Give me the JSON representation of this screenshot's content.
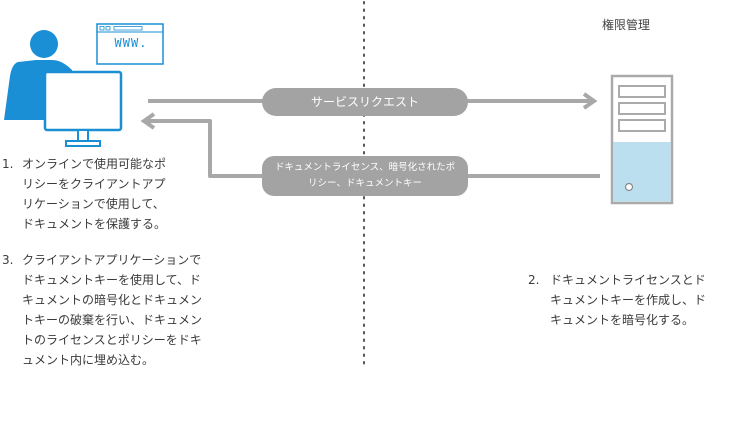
{
  "server_title": "権限管理",
  "browser_text": "WWW.",
  "request_label": "サービスリクエスト",
  "response_label_line1": "ドキュメントライセンス、暗号化されたポ",
  "response_label_line2": "リシー、ドキュメントキー",
  "steps": [
    {
      "number": "1.",
      "lines": [
        "オンラインで使用可能なポ",
        "リシーをクライアントアプ",
        "リケーションで使用して、",
        "ドキュメントを保護する。"
      ]
    },
    {
      "number": "2.",
      "lines": [
        "ドキュメントライセンスとド",
        "キュメントキーを作成し、ド",
        "キュメントを暗号化する。"
      ]
    },
    {
      "number": "3.",
      "lines": [
        "クライアントアプリケーションで",
        "ドキュメントキーを使用して、ド",
        "キュメントの暗号化とドキュメン",
        "トキーの破棄を行い、ドキュメン",
        "トのライセンスとポリシーをドキ",
        "ュメント内に埋め込む。"
      ]
    }
  ],
  "colors": {
    "user_blue": "#1a8fd6",
    "arrow_gray": "#a8a8a8",
    "pill_gray": "#a3a3a3",
    "server_fill": "#bcdff0",
    "divider": "#555555"
  },
  "icons": [
    "user-icon",
    "monitor-icon",
    "browser-window-icon",
    "server-icon"
  ]
}
